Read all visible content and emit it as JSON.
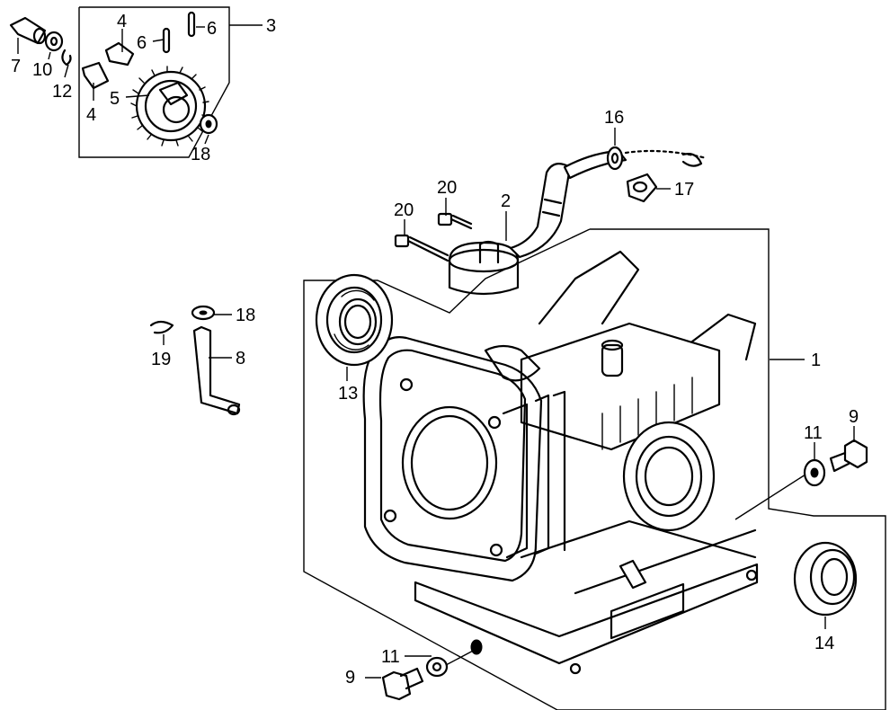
{
  "callouts": [
    {
      "id": "c1",
      "label": "1"
    },
    {
      "id": "c2",
      "label": "2"
    },
    {
      "id": "c3",
      "label": "3"
    },
    {
      "id": "c4a",
      "label": "4"
    },
    {
      "id": "c4b",
      "label": "4"
    },
    {
      "id": "c5",
      "label": "5"
    },
    {
      "id": "c6a",
      "label": "6"
    },
    {
      "id": "c6b",
      "label": "6"
    },
    {
      "id": "c7",
      "label": "7"
    },
    {
      "id": "c8",
      "label": "8"
    },
    {
      "id": "c9a",
      "label": "9"
    },
    {
      "id": "c9b",
      "label": "9"
    },
    {
      "id": "c10",
      "label": "10"
    },
    {
      "id": "c11a",
      "label": "11"
    },
    {
      "id": "c11b",
      "label": "11"
    },
    {
      "id": "c12",
      "label": "12"
    },
    {
      "id": "c13",
      "label": "13"
    },
    {
      "id": "c14",
      "label": "14"
    },
    {
      "id": "c16",
      "label": "16"
    },
    {
      "id": "c17",
      "label": "17"
    },
    {
      "id": "c18a",
      "label": "18"
    },
    {
      "id": "c18b",
      "label": "18"
    },
    {
      "id": "c19",
      "label": "19"
    },
    {
      "id": "c20a",
      "label": "20"
    },
    {
      "id": "c20b",
      "label": "20"
    }
  ]
}
